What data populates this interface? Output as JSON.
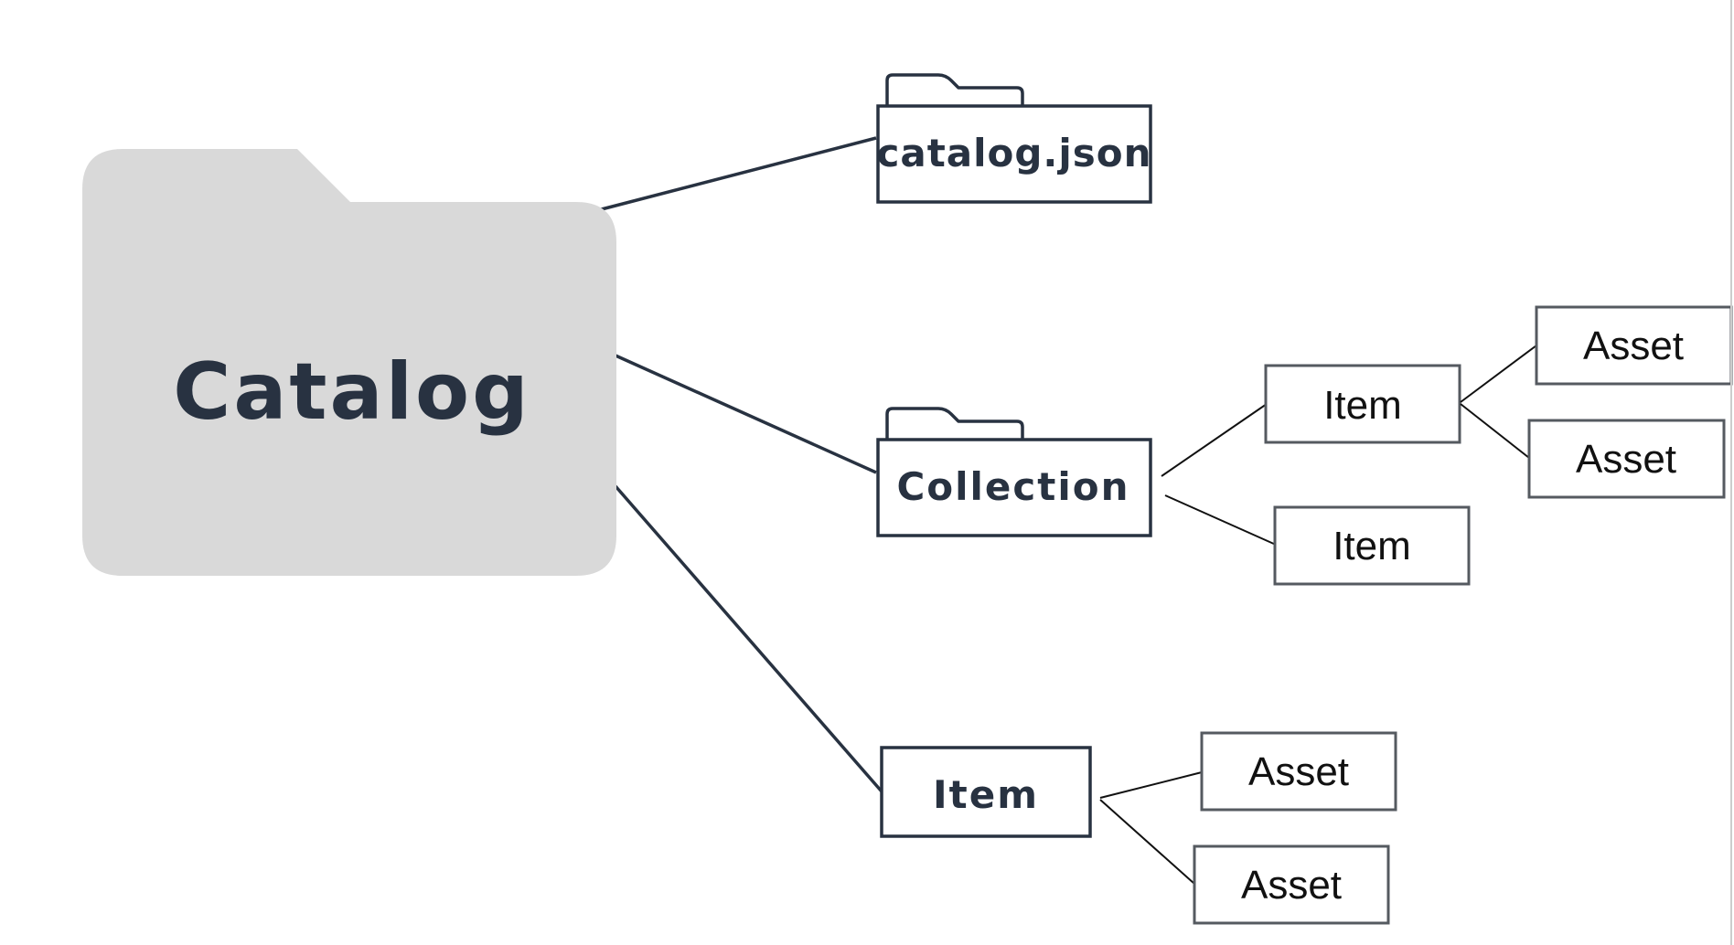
{
  "diagram": {
    "root": {
      "label": "Catalog",
      "fill": "#d9d9d9",
      "text_color": "#283241"
    },
    "catalog_json": {
      "label": "catalog.json"
    },
    "collection": {
      "label": "Collection",
      "items": [
        {
          "label": "Item",
          "assets": [
            "Asset",
            "Asset"
          ]
        },
        {
          "label": "Item",
          "assets": []
        }
      ]
    },
    "item": {
      "label": "Item",
      "assets": [
        "Asset",
        "Asset"
      ]
    }
  }
}
